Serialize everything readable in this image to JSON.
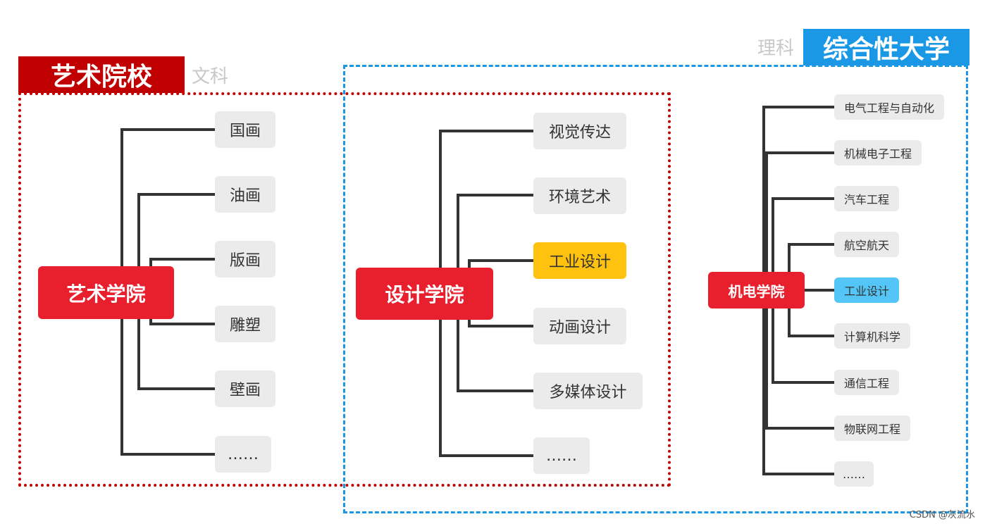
{
  "headers": {
    "art_school": "艺术院校",
    "art_hint": "文科",
    "science_hint": "理科",
    "comprehensive": "综合性大学"
  },
  "colors": {
    "red": "#e8202e",
    "dark_red": "#c00000",
    "blue": "#1a98e6",
    "highlight_yellow": "#ffc20e",
    "highlight_blue": "#53c6f7",
    "node_gray": "#ebebeb"
  },
  "trees": {
    "art": {
      "root": "艺术学院",
      "children": [
        "国画",
        "油画",
        "版画",
        "雕塑",
        "壁画",
        "……"
      ]
    },
    "design": {
      "root": "设计学院",
      "children": [
        "视觉传达",
        "环境艺术",
        "工业设计",
        "动画设计",
        "多媒体设计",
        "……"
      ],
      "highlight": "工业设计"
    },
    "mech": {
      "root": "机电学院",
      "children": [
        "电气工程与自动化",
        "机械电子工程",
        "汽车工程",
        "航空航天",
        "工业设计",
        "计算机科学",
        "通信工程",
        "物联网工程",
        "……"
      ],
      "highlight": "工业设计"
    }
  },
  "watermark": "CSDN @灰流水"
}
